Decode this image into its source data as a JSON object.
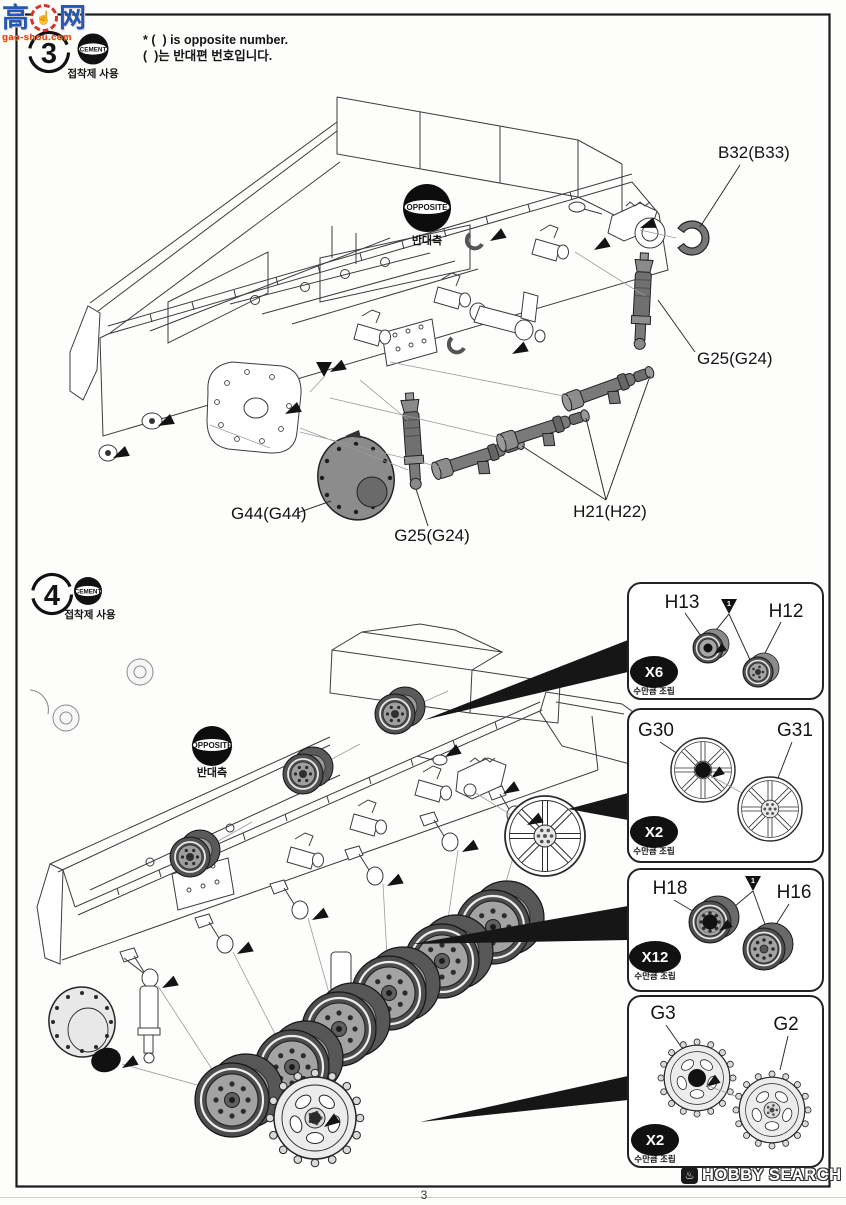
{
  "note": {
    "line1": "* (  ) is opposite number.",
    "line2": "(  )는 반대편 번호입니다."
  },
  "badges": {
    "cement": "CEMENT",
    "cement_caption": "접착제 사용",
    "opposite": "OPPOSITE",
    "opposite_caption": "반대측",
    "qty_caption": "수만큼 조립",
    "polycap_marker": "1"
  },
  "step3": {
    "number": "3",
    "labels": {
      "b32": "B32(B33)",
      "g25_upper": "G25(G24)",
      "g25_lower": "G25(G24)",
      "g44": "G44(G44)",
      "h21": "H21(H22)"
    }
  },
  "step4": {
    "number": "4"
  },
  "boxes": [
    {
      "left": "H13",
      "right": "H12",
      "qty": "X6"
    },
    {
      "left": "G30",
      "right": "G31",
      "qty": "X2"
    },
    {
      "left": "H18",
      "right": "H16",
      "qty": "X12"
    },
    {
      "left": "G3",
      "right": "G2",
      "qty": "X2"
    }
  ],
  "footer": {
    "page_number": "3",
    "brand": "HOBBY SEARCH"
  },
  "watermark": {
    "left_char": "高",
    "right_char": "网",
    "site": "gao-shou.com"
  }
}
